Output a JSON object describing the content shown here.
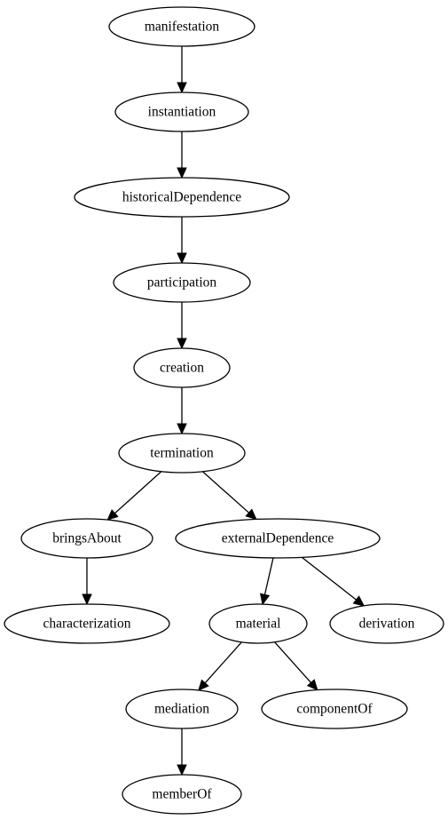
{
  "diagram": {
    "nodes": [
      {
        "id": "manifestation",
        "label": "manifestation"
      },
      {
        "id": "instantiation",
        "label": "instantiation"
      },
      {
        "id": "historicalDependence",
        "label": "historicalDependence"
      },
      {
        "id": "participation",
        "label": "participation"
      },
      {
        "id": "creation",
        "label": "creation"
      },
      {
        "id": "termination",
        "label": "termination"
      },
      {
        "id": "bringsAbout",
        "label": "bringsAbout"
      },
      {
        "id": "externalDependence",
        "label": "externalDependence"
      },
      {
        "id": "characterization",
        "label": "characterization"
      },
      {
        "id": "material",
        "label": "material"
      },
      {
        "id": "derivation",
        "label": "derivation"
      },
      {
        "id": "mediation",
        "label": "mediation"
      },
      {
        "id": "componentOf",
        "label": "componentOf"
      },
      {
        "id": "memberOf",
        "label": "memberOf"
      }
    ],
    "edges": [
      {
        "from": "manifestation",
        "to": "instantiation"
      },
      {
        "from": "instantiation",
        "to": "historicalDependence"
      },
      {
        "from": "historicalDependence",
        "to": "participation"
      },
      {
        "from": "participation",
        "to": "creation"
      },
      {
        "from": "creation",
        "to": "termination"
      },
      {
        "from": "termination",
        "to": "bringsAbout"
      },
      {
        "from": "termination",
        "to": "externalDependence"
      },
      {
        "from": "bringsAbout",
        "to": "characterization"
      },
      {
        "from": "externalDependence",
        "to": "material"
      },
      {
        "from": "externalDependence",
        "to": "derivation"
      },
      {
        "from": "material",
        "to": "mediation"
      },
      {
        "from": "material",
        "to": "componentOf"
      },
      {
        "from": "mediation",
        "to": "memberOf"
      }
    ]
  }
}
